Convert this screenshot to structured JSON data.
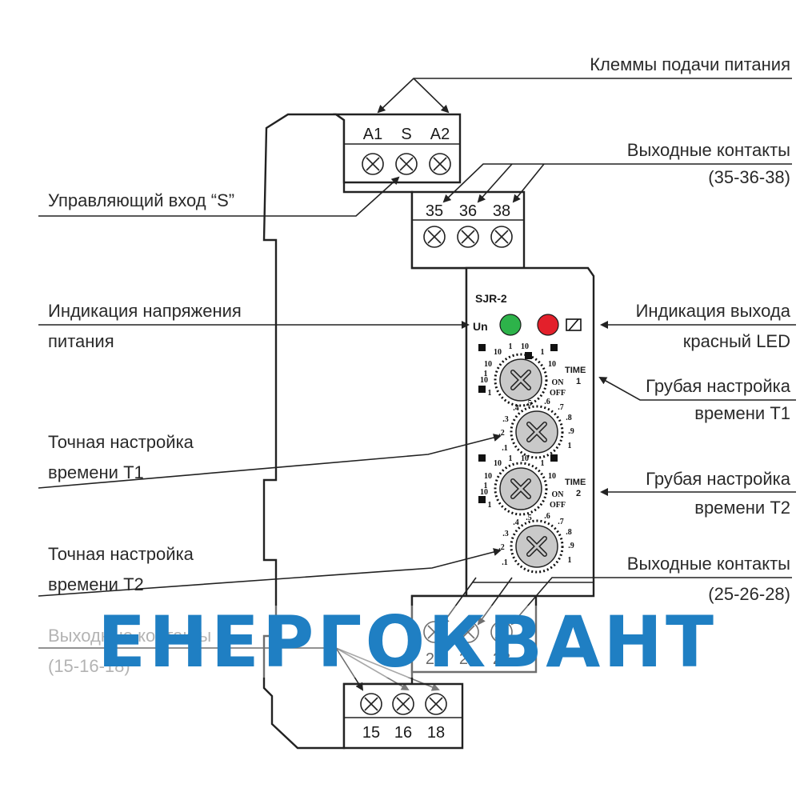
{
  "device": {
    "model": "SJR-2",
    "un_label": "Un",
    "led_colors": {
      "green": "#2db34a",
      "red": "#e3202b"
    },
    "relay_icon": "relay-coil-icon"
  },
  "terminals": {
    "top_power": [
      "A1",
      "S",
      "A2"
    ],
    "top_output": [
      "35",
      "36",
      "38"
    ],
    "bottom_output_1": [
      "25",
      "26",
      "28"
    ],
    "bottom_output_2": [
      "15",
      "16",
      "18"
    ]
  },
  "callouts": {
    "power_terminals": "Клеммы подачи питания",
    "output_contacts_35_line1": "Выходные контакты",
    "output_contacts_35_line2": "(35-36-38)",
    "control_input": "Управляющий вход “S”",
    "supply_indication_line1": "Индикация напряжения",
    "supply_indication_line2": "питания",
    "output_indication_line1": "Индикация выхода",
    "output_indication_line2": "красный LED",
    "coarse_t1_line1": "Грубая настройка",
    "coarse_t1_line2": "времени T1",
    "fine_t1_line1": "Точная настройка",
    "fine_t1_line2": "времени T1",
    "coarse_t2_line1": "Грубая настройка",
    "coarse_t2_line2": "времени T2",
    "fine_t2_line1": "Точная настройка",
    "fine_t2_line2": "времени T2",
    "output_contacts_25_line1": "Выходные контакты",
    "output_contacts_25_line2": "(25-26-28)",
    "output_contacts_15_line1": "Выходные контакты",
    "output_contacts_15_line2": "(15-16-18)"
  },
  "dials": {
    "time1_label": "TIME",
    "time1_num": "1",
    "time2_label": "TIME",
    "time2_num": "2",
    "coarse_scale_left": [
      "10",
      "1",
      "10",
      "1"
    ],
    "coarse_scale_top": [
      "10",
      "1",
      "10",
      "1"
    ],
    "on_label": "ON",
    "off_label": "OFF",
    "fine_scale": [
      ".1",
      ".2",
      ".3",
      ".4",
      ".5",
      ".6",
      ".7",
      ".8",
      ".9",
      "1"
    ]
  },
  "watermark": "ЕНЕРГОКВАНТ"
}
